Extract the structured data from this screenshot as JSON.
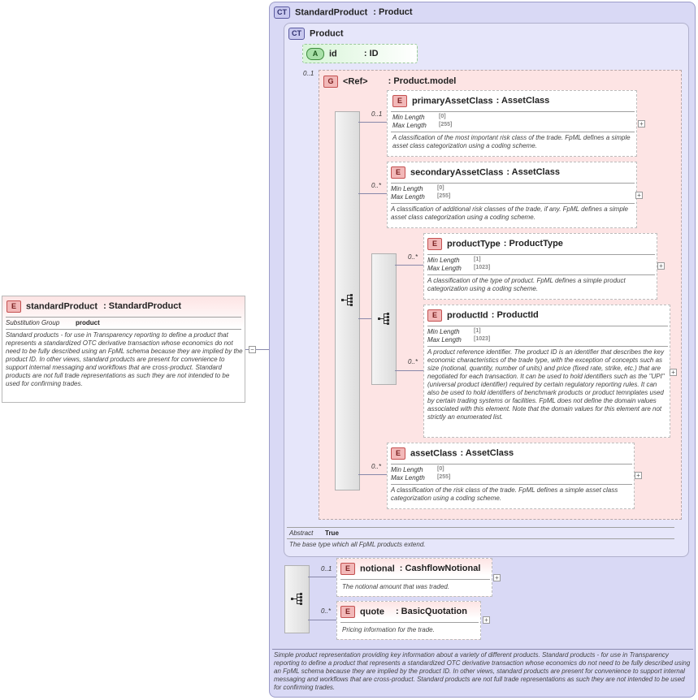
{
  "root": {
    "badge": "E",
    "name": "standardProduct",
    "type": ": StandardProduct",
    "subst_label": "Substitution Group",
    "subst_value": "product",
    "description": "Standard products - for use in Transparency reporting to define a product that represents a standardized OTC derivative transaction whose economics do not need to be fully described using an FpML schema because they are implied by the product ID. In other views, standard products are present for convenience to support internal messaging and workflows that are cross-product. Standard products are not full trade representations as such they are not intended to be used for confirming trades."
  },
  "outer_ct": {
    "badge": "CT",
    "name": "StandardProduct",
    "type": ": Product",
    "description": "Simple product representation providing key information about a variety of different products. Standard products - for use in Transparency reporting to define a product that represents a standardized OTC derivative transaction whose economics do not need to be fully described using an FpML schema because they are implied by the product ID. In other views, standard products are present for convenience to support internal messaging and workflows that are cross-product. Standard products are not full trade representations as such they are not intended to be used for confirming trades."
  },
  "inner_ct": {
    "badge": "CT",
    "name": "Product",
    "abstract_label": "Abstract",
    "abstract_value": "True",
    "description": "The base type which all FpML products extend."
  },
  "attribute": {
    "badge": "A",
    "name": "id",
    "type": ": ID"
  },
  "group": {
    "badge": "G",
    "name": "<Ref>",
    "type": ": Product.model",
    "cardinality": "0..1"
  },
  "elements": {
    "primaryAssetClass": {
      "badge": "E",
      "name": "primaryAssetClass",
      "type": ": AssetClass",
      "cardinality": "0..1",
      "min_label": "Min Length",
      "min_value": "[0]",
      "max_label": "Max Length",
      "max_value": "[255]",
      "description": "A classification of the most important risk class of the trade. FpML defines a simple asset class categorization using a coding scheme."
    },
    "secondaryAssetClass": {
      "badge": "E",
      "name": "secondaryAssetClass",
      "type": ": AssetClass",
      "cardinality": "0..*",
      "min_label": "Min Length",
      "min_value": "[0]",
      "max_label": "Max Length",
      "max_value": "[255]",
      "description": "A classification of additional risk classes of the trade, if any. FpML defines a simple asset class categorization using a coding scheme."
    },
    "productType": {
      "badge": "E",
      "name": "productType",
      "type": ": ProductType",
      "cardinality": "0..*",
      "min_label": "Min Length",
      "min_value": "[1]",
      "max_label": "Max Length",
      "max_value": "[1023]",
      "description": "A classification of the type of product. FpML defines a simple product categorization using a coding scheme."
    },
    "productId": {
      "badge": "E",
      "name": "productId",
      "type": ": ProductId",
      "cardinality": "0..*",
      "min_label": "Min Length",
      "min_value": "[1]",
      "max_label": "Max Length",
      "max_value": "[1023]",
      "description": "A product reference identifier. The product ID is an identifier that describes the key economic characteristics of the trade type, with the exception of concepts such as size (notional, quantity, number of units) and price (fixed rate, strike, etc.) that are negotiated for each transaction. It can be used to hold identifiers such as the \"UPI\" (universal product identifier) required by certain regulatory reporting rules. It can also be used to hold identifiers of benchmark products or product temnplates used by certain trading systems or facilities. FpML does not define the domain values associated with this element. Note that the domain values for this element are not strictly an enumerated list."
    },
    "assetClass": {
      "badge": "E",
      "name": "assetClass",
      "type": ": AssetClass",
      "cardinality": "0..*",
      "min_label": "Min Length",
      "min_value": "[0]",
      "max_label": "Max Length",
      "max_value": "[255]",
      "description": "A classification of the risk class of the trade. FpML defines a simple asset class categorization using a coding scheme."
    },
    "notional": {
      "badge": "E",
      "name": "notional",
      "type": ": CashflowNotional",
      "cardinality": "0..1",
      "description": "The notional amount that was traded."
    },
    "quote": {
      "badge": "E",
      "name": "quote",
      "type": ": BasicQuotation",
      "cardinality": "0..*",
      "description": "Pricing information for the trade."
    }
  },
  "icons": {
    "sequence": "sequence-icon",
    "expand": "plus-icon",
    "collapse": "minus-icon"
  },
  "colors": {
    "element_badge": "#f2b8b8",
    "attribute_badge": "#a8e0a8",
    "ct_background": "#d9d9f5",
    "group_background": "#fde4e4"
  }
}
